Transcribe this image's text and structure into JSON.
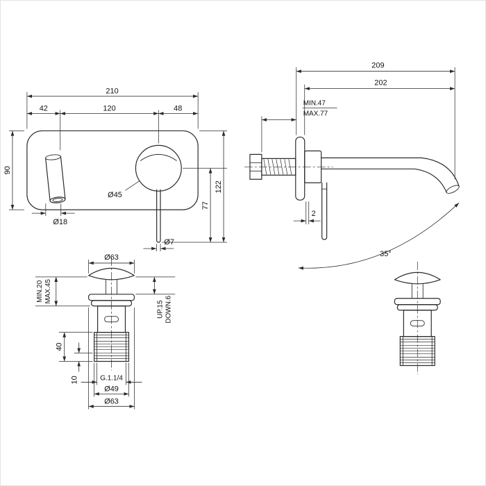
{
  "front_view": {
    "total_width": "210",
    "left_offset": "42",
    "center_span": "120",
    "right_offset": "48",
    "plate_height": "90",
    "spout_diameter": "Ø18",
    "handle_diameter": "Ø45",
    "total_drop": "122",
    "lever_drop": "77",
    "lever_diameter": "Ø7"
  },
  "side_view": {
    "total_projection": "209",
    "spout_projection": "202",
    "wall_min": "MIN.47",
    "wall_max": "MAX.77",
    "plate_gap": "2",
    "swivel_angle": "35°"
  },
  "drain": {
    "cap_diameter": "Ø63",
    "height_min": "MIN.20",
    "height_max": "MAX.45",
    "plug_up": "UP.15",
    "plug_down": "DOWN.6",
    "body_height": "40",
    "thread_depth": "10",
    "thread_size": "G.1.1/4",
    "thread_diameter": "Ø49",
    "flange_diameter": "Ø63"
  }
}
